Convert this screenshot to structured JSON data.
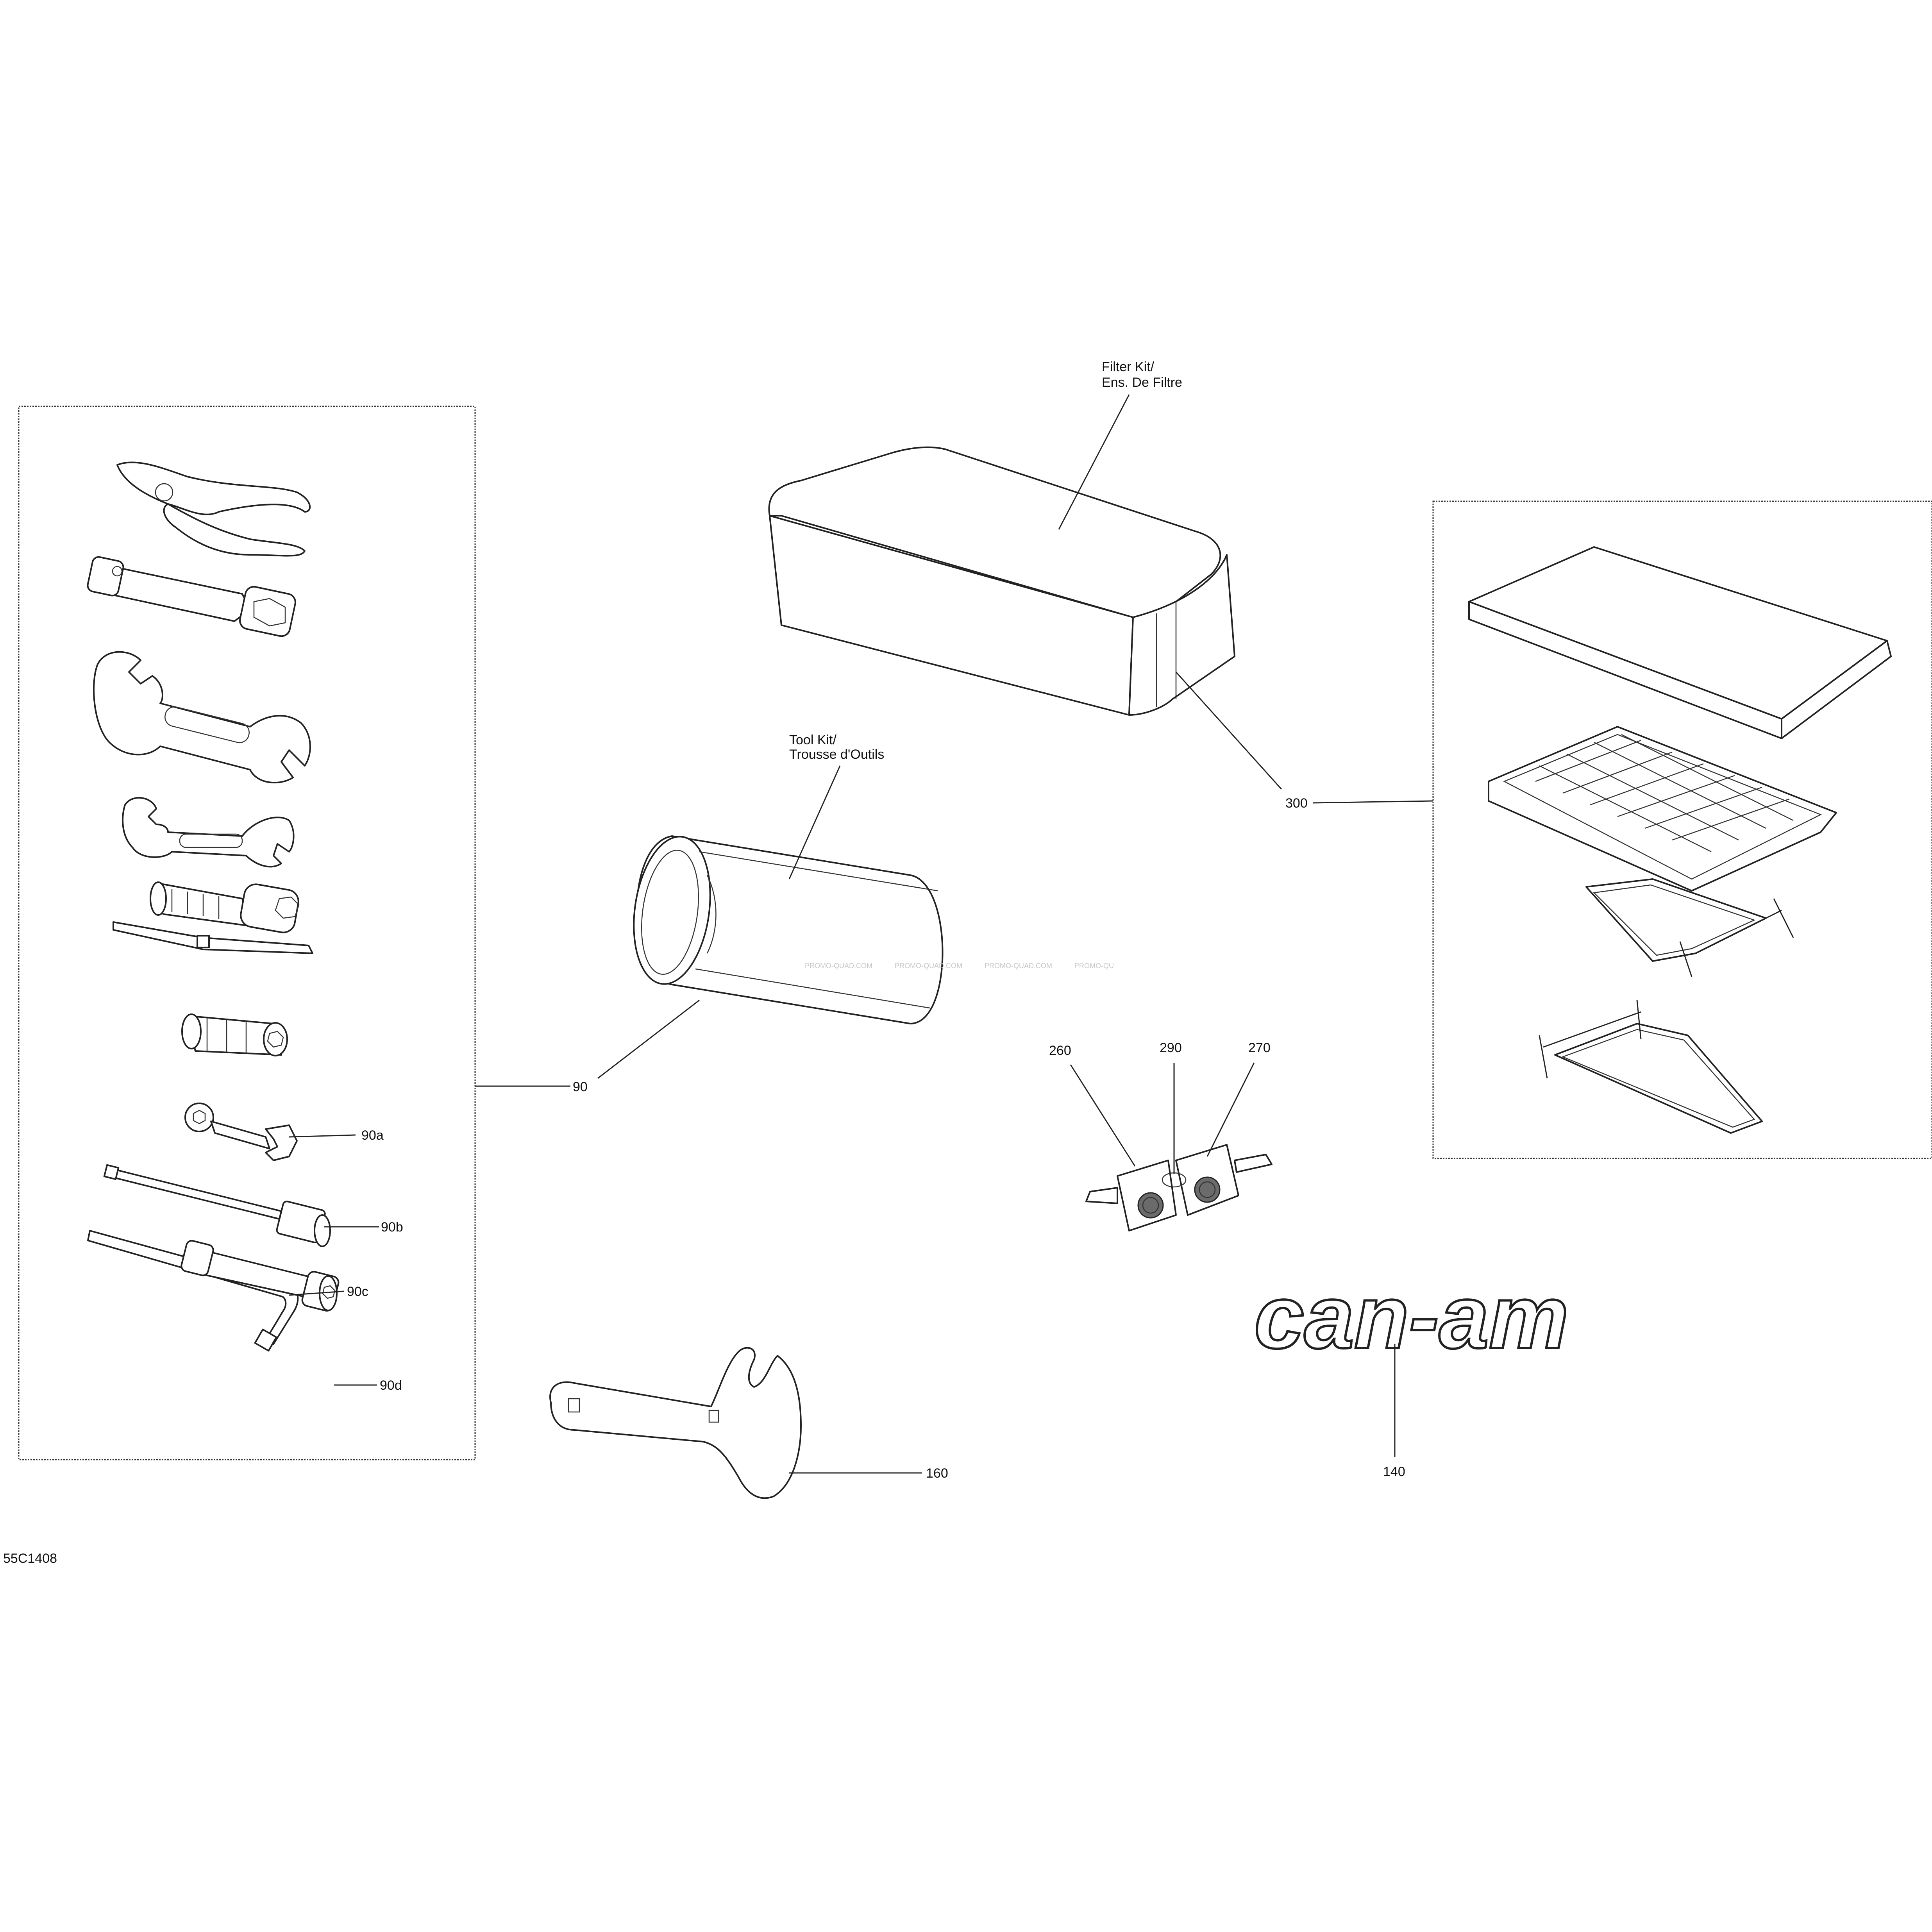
{
  "labels": {
    "filter_kit_line1": "Filter Kit/",
    "filter_kit_line2": "Ens. De Filtre",
    "tool_kit_line1": "Tool Kit/",
    "tool_kit_line2": "Trousse d'Outils",
    "p300": "300",
    "p90": "90",
    "p90a": "90a",
    "p90b": "90b",
    "p90c": "90c",
    "p90d": "90d",
    "p260": "260",
    "p290": "290",
    "p270": "270",
    "p140": "140",
    "p160": "160",
    "diagram_code": "55C1408"
  },
  "watermark": [
    "PROMO-QUAD.COM",
    "PROMO-QUAD.COM",
    "PROMO-QUAD.COM",
    "PROMO-QU"
  ],
  "logo_text": "can-am",
  "colors": {
    "line": "#222222",
    "background": "#ffffff",
    "fill_dark": "#6b6b6b"
  },
  "icons": [
    "pliers-icon",
    "socket-wrench-icon",
    "open-end-wrench-icon",
    "screwdriver-icon",
    "hex-key-icon",
    "spanner-icon",
    "key-icon",
    "air-filter-icon",
    "tool-bag-icon"
  ]
}
